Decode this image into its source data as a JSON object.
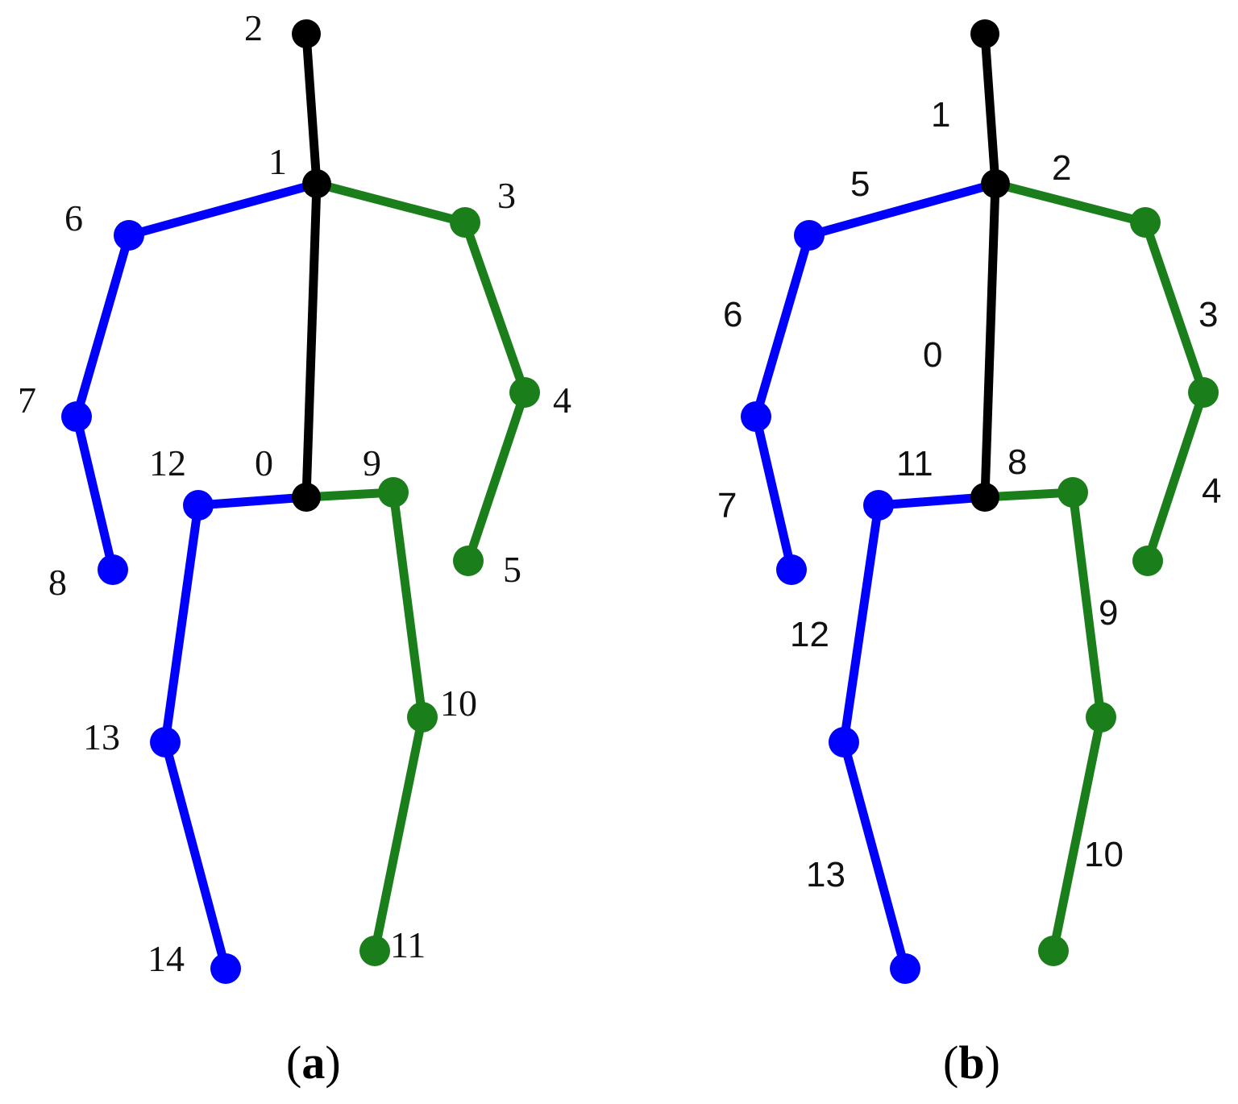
{
  "colors": {
    "torso": "#000000",
    "left_side": "#0000ff",
    "right_side": "#1a7f1a",
    "label": "#111111"
  },
  "panels": [
    {
      "id": "a",
      "caption": "a",
      "label_kind": "joint-indices",
      "labels": [
        "2",
        "1",
        "6",
        "3",
        "7",
        "4",
        "12",
        "0",
        "9",
        "8",
        "5",
        "13",
        "10",
        "14",
        "11"
      ]
    },
    {
      "id": "b",
      "caption": "b",
      "label_kind": "limb-indices",
      "labels": [
        "1",
        "5",
        "2",
        "6",
        "3",
        "0",
        "11",
        "8",
        "7",
        "4",
        "12",
        "9",
        "13",
        "10"
      ]
    }
  ]
}
